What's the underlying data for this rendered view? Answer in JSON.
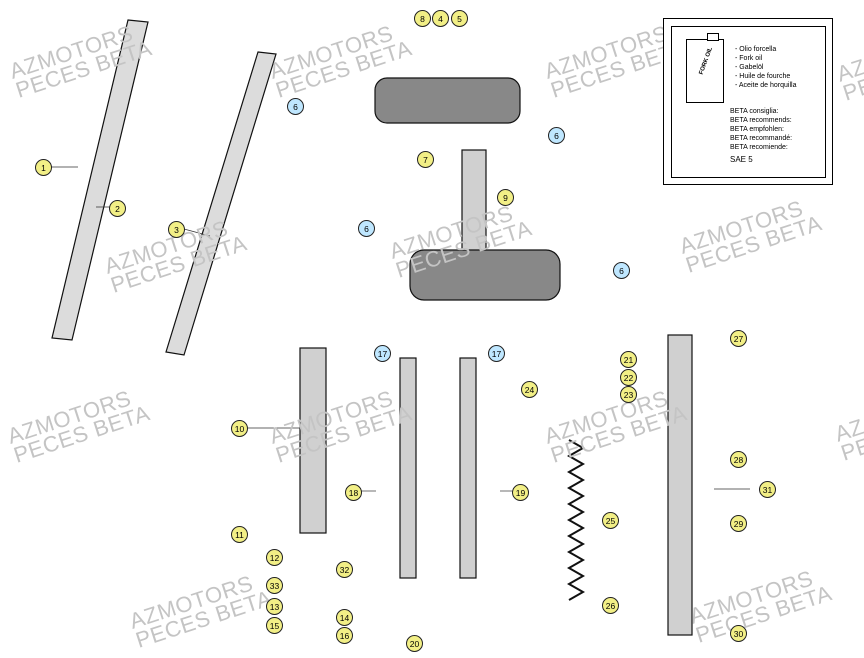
{
  "watermarks": [
    {
      "l1": "AZMOTORS",
      "l2": "PECES BETA"
    },
    {
      "l1": "AZMOTORS",
      "l2": "PECES BETA"
    },
    {
      "l1": "AZMOTORS",
      "l2": "PECES BETA"
    },
    {
      "l1": "AZMOTORS",
      "l2": "PECES BETA"
    },
    {
      "l1": "AZMOTORS",
      "l2": "PECES BETA"
    },
    {
      "l1": "AZMOTORS",
      "l2": "PECES BETA"
    },
    {
      "l1": "AZMOTORS",
      "l2": "PECES BETA"
    },
    {
      "l1": "AZMOTORS",
      "l2": "PECES BETA"
    },
    {
      "l1": "AZMOTORS",
      "l2": "PECES BETA"
    },
    {
      "l1": "AZMOTORS",
      "l2": "PECES BETA"
    },
    {
      "l1": "AZMOTORS",
      "l2": "PECES BETA"
    },
    {
      "l1": "AZ",
      "l2": "PE"
    },
    {
      "l1": "AZ",
      "l2": "PE"
    }
  ],
  "info_box": {
    "can_label": "FORK OIL",
    "oil_names": [
      "- Olio forcella",
      "- Fork oil",
      "- Gabelöl",
      "- Huile de fourche",
      "- Aceite de horquilla"
    ],
    "recommend": [
      "BETA consiglia:",
      "BETA recommends:",
      "BETA empfohlen:",
      "BETA recommandé:",
      "BETA recomiende:"
    ],
    "oil_grade": "SAE 5"
  },
  "callouts": {
    "c1": "1",
    "c2": "2",
    "c3": "3",
    "c4": "4",
    "c5": "5",
    "c6": "6",
    "c7": "7",
    "c8": "8",
    "c9": "9",
    "c10": "10",
    "c11": "11",
    "c12": "12",
    "c13": "13",
    "c14": "14",
    "c15": "15",
    "c16": "16",
    "c17": "17",
    "c18": "18",
    "c19": "19",
    "c20": "20",
    "c21": "21",
    "c22": "22",
    "c23": "23",
    "c24": "24",
    "c25": "25",
    "c26": "26",
    "c27": "27",
    "c28": "28",
    "c29": "29",
    "c30": "30",
    "c31": "31",
    "c32": "32",
    "c33": "33"
  },
  "colors": {
    "callout_fill": "#f2ef86",
    "highlight_fill": "#bfe7ff",
    "watermark": "#c4c4c4"
  }
}
